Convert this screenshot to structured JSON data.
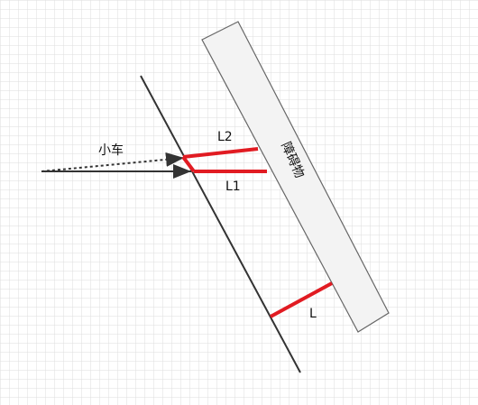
{
  "labels": {
    "car": "小车",
    "l1": "L1",
    "l2": "L2",
    "l": "L",
    "obstacle": "障碍物"
  },
  "colors": {
    "background": "#ffffff",
    "grid": "#dddddd",
    "line": "#333333",
    "accent_red": "#e11b22",
    "obstacle_fill": "#f3f3f3",
    "obstacle_stroke": "#666666"
  }
}
